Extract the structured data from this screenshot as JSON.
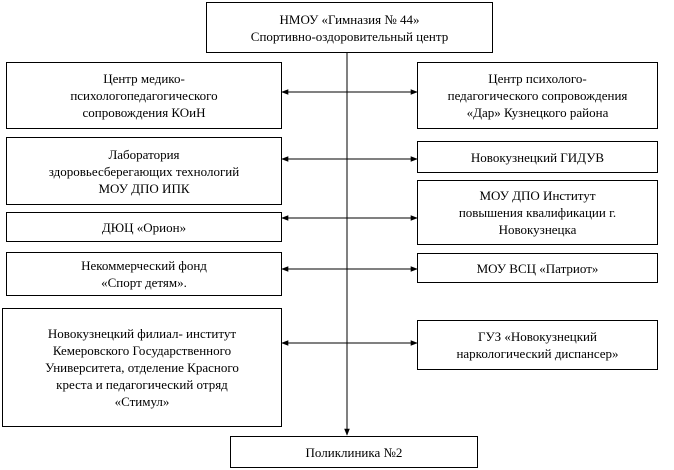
{
  "title": "НМОУ «Гимназия № 44»\nСпортивно-оздоровительный центр",
  "left": [
    "Центр медико-\nпсихологопедагогического\nсопровождения КОиН",
    "Лаборатория\nздоровьесберегающих технологий\nМОУ ДПО ИПК",
    "ДЮЦ «Орион»",
    "Некоммерческий фонд\n«Спорт детям».",
    "Новокузнецкий филиал- институт\nКемеровского Государственного\nУниверситета, отделение Красного\nкреста и педагогический отряд\n«Стимул»"
  ],
  "right": [
    "Центр психолого-\nпедагогического сопровождения\n«Дар» Кузнецкого района",
    "Новокузнецкий ГИДУВ",
    "МОУ ДПО Институт\nповышения квалификации г.\nНовокузнецка",
    "МОУ ВСЦ «Патриот»",
    "ГУЗ «Новокузнецкий\nнаркологический диспансер»"
  ],
  "bottom": "Поликлиника №2"
}
